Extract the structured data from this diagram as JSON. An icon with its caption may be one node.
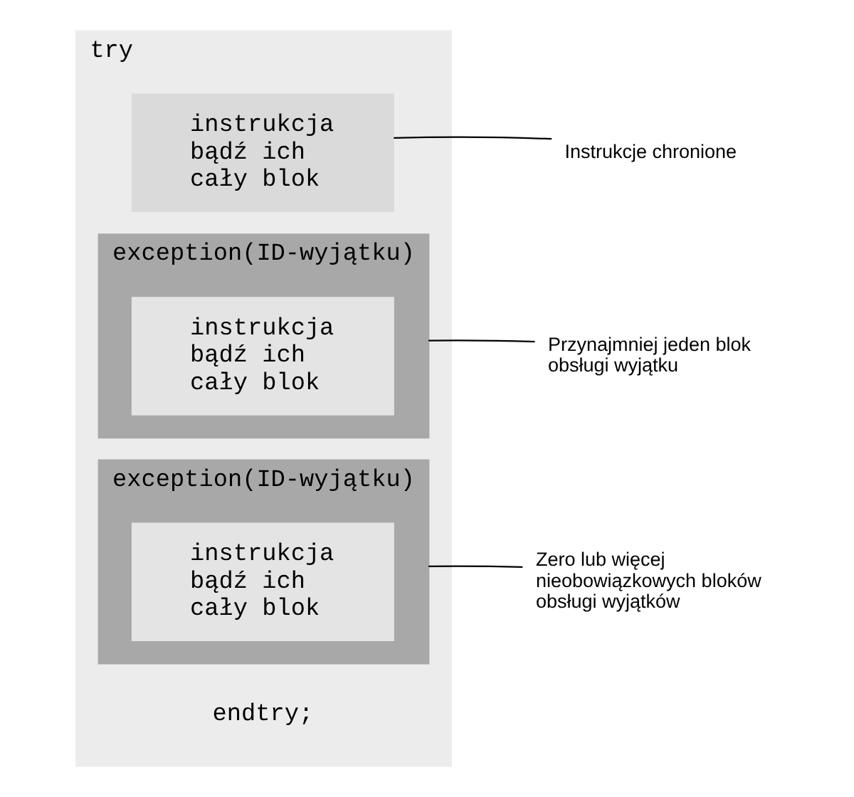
{
  "diagram": {
    "nodes": [
      {
        "text": [
          "try",
          "endtry;"
        ]
      },
      {
        "text": [
          "instrukcja bądź ich cały blok"
        ],
        "in": 0
      },
      {
        "text": [
          "exception(ID-wyjątku)"
        ],
        "in": 0
      },
      {
        "text": [
          "instrukcja bądź ich cały blok"
        ],
        "in": 2
      },
      {
        "text": [
          "exception(ID-wyjątku)"
        ],
        "in": 0
      },
      {
        "text": [
          "instrukcja bądź ich cały blok"
        ],
        "in": 4
      },
      {
        "text": [
          "Instrukcje chronione"
        ]
      },
      {
        "text": [
          "Przynajmniej jeden blok obsługi wyjątku"
        ]
      },
      {
        "text": [
          "Zero lub więcej nieobowiązkowych bloków obsługi wyjątków"
        ]
      }
    ],
    "edges": [
      {
        "from": 6,
        "to": 1,
        "arrow": "none"
      },
      {
        "from": 7,
        "to": 2,
        "arrow": "none"
      },
      {
        "from": 8,
        "to": 4,
        "arrow": "none"
      }
    ]
  }
}
